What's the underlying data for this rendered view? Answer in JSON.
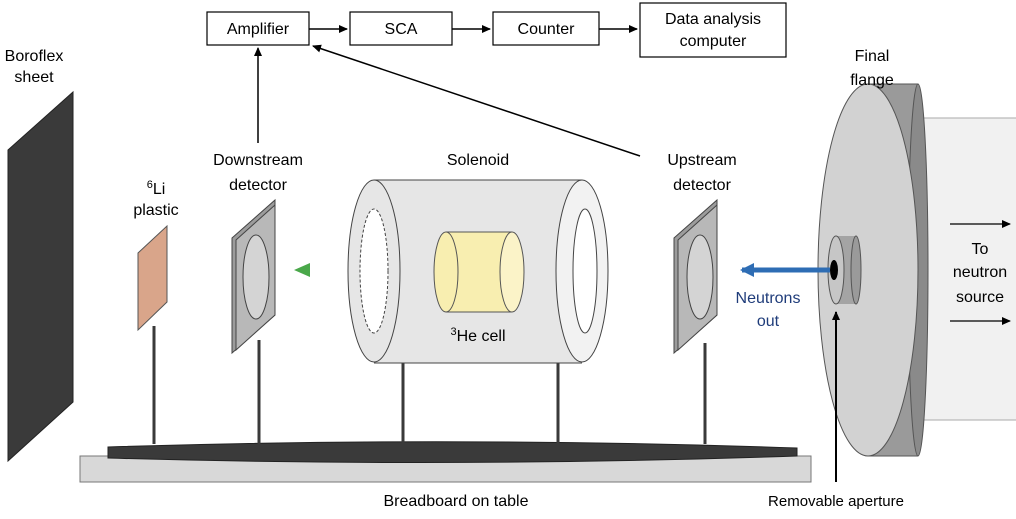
{
  "blocks": {
    "amplifier": "Amplifier",
    "sca": "SCA",
    "counter": "Counter",
    "computer_line1": "Data analysis",
    "computer_line2": "computer"
  },
  "labels": {
    "boroflex_line1": "Boroflex",
    "boroflex_line2": "sheet",
    "li_sup": "6",
    "li_line1": "Li",
    "li_line2": "plastic",
    "downstream_line1": "Downstream",
    "downstream_line2": "detector",
    "solenoid": "Solenoid",
    "upstream_line1": "Upstream",
    "upstream_line2": "detector",
    "final_line1": "Final",
    "final_line2": "flange",
    "he_sup": "3",
    "he_text": "He cell",
    "neutrons_line1": "Neutrons",
    "neutrons_line2": "out",
    "to_line1": "To",
    "to_line2": "neutron",
    "to_line3": "source",
    "breadboard": "Breadboard on table",
    "aperture": "Removable aperture"
  },
  "colors": {
    "neutron_blue": "#2e6db4",
    "polarized_green": "#4aa84a",
    "cell_yellow": "#f8eeb0",
    "li_plastic": "#d9a58a",
    "boroflex": "#3a3a3a"
  }
}
